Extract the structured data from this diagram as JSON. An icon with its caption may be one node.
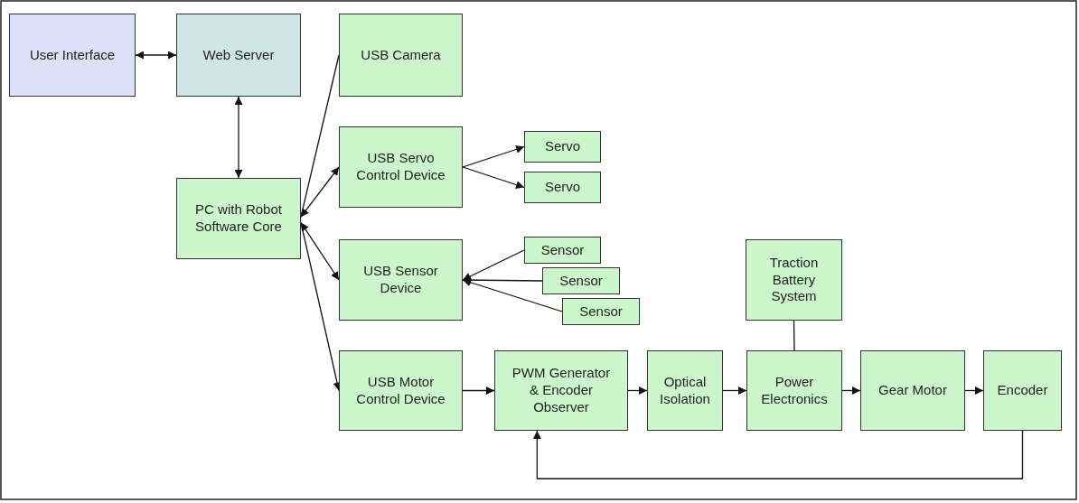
{
  "diagram": {
    "nodes": [
      {
        "text": [
          "User Interface"
        ]
      },
      {
        "text": [
          "Web Server"
        ]
      },
      {
        "text": [
          "USB Camera"
        ]
      },
      {
        "text": [
          "PC with Robot Software Core"
        ]
      },
      {
        "text": [
          "USB Servo Control Device"
        ]
      },
      {
        "text": [
          "Servo"
        ]
      },
      {
        "text": [
          "Servo"
        ]
      },
      {
        "text": [
          "USB Sensor Device"
        ]
      },
      {
        "text": [
          "Sensor"
        ]
      },
      {
        "text": [
          "Sensor"
        ]
      },
      {
        "text": [
          "Sensor"
        ]
      },
      {
        "text": [
          "Traction Battery System"
        ]
      },
      {
        "text": [
          "USB Motor Control Device"
        ]
      },
      {
        "text": [
          "PWM Generator & Encoder Observer"
        ]
      },
      {
        "text": [
          "Optical Isolation"
        ]
      },
      {
        "text": [
          "Power Electronics"
        ]
      },
      {
        "text": [
          "Gear Motor"
        ]
      },
      {
        "text": [
          "Encoder"
        ]
      }
    ],
    "edges": [
      {
        "from": 0,
        "to": 1,
        "arrow": "both"
      },
      {
        "from": 1,
        "to": 3,
        "arrow": "both"
      },
      {
        "from": 3,
        "to": 2,
        "arrow": "none"
      },
      {
        "from": 3,
        "to": 4,
        "arrow": "both"
      },
      {
        "from": 3,
        "to": 7,
        "arrow": "both"
      },
      {
        "from": 3,
        "to": 12,
        "arrow": "to"
      },
      {
        "from": 4,
        "to": 5,
        "arrow": "to"
      },
      {
        "from": 4,
        "to": 6,
        "arrow": "to"
      },
      {
        "from": 8,
        "to": 7,
        "arrow": "to"
      },
      {
        "from": 9,
        "to": 7,
        "arrow": "to"
      },
      {
        "from": 10,
        "to": 7,
        "arrow": "to"
      },
      {
        "from": 12,
        "to": 13,
        "arrow": "to"
      },
      {
        "from": 13,
        "to": 14,
        "arrow": "to"
      },
      {
        "from": 14,
        "to": 15,
        "arrow": "to"
      },
      {
        "from": 15,
        "to": 16,
        "arrow": "to"
      },
      {
        "from": 16,
        "to": 17,
        "arrow": "to"
      },
      {
        "from": 17,
        "to": 13,
        "arrow": "to"
      },
      {
        "from": 11,
        "to": 15,
        "arrow": "none"
      }
    ]
  }
}
